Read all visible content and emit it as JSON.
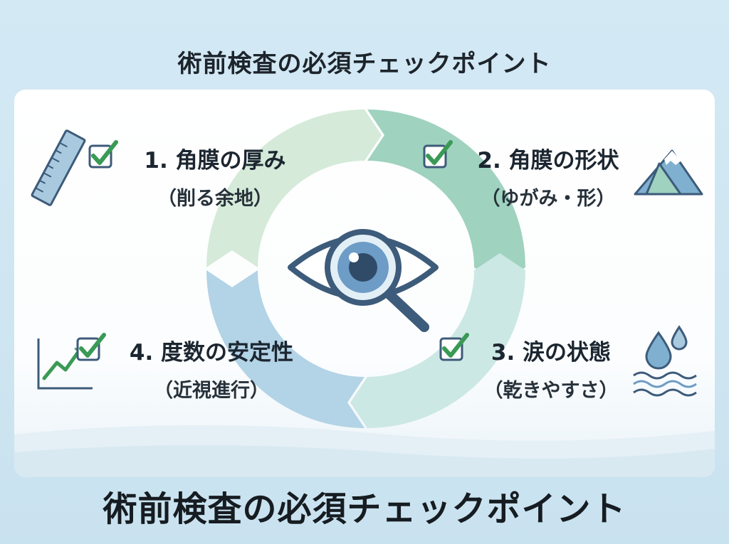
{
  "header": {
    "title": "術前検査の必須チェックポイント"
  },
  "checkpoints": [
    {
      "title": "1. 角膜の厚み",
      "subtitle": "（削る余地）",
      "icon": "ruler-icon"
    },
    {
      "title": "2. 角膜の形状",
      "subtitle": "（ゆがみ・形）",
      "icon": "mountain-icon"
    },
    {
      "title": "3. 涙の状態",
      "subtitle": "（乾きやすさ）",
      "icon": "water-drops-icon"
    },
    {
      "title": "4. 度数の安定性",
      "subtitle": "（近視進行）",
      "icon": "trend-chart-icon"
    }
  ],
  "center": {
    "icon": "eye-magnifier-icon"
  },
  "footer": {
    "title": "術前検査の必須チェックポイント"
  },
  "colors": {
    "background": "#d3e9f4",
    "ring_teal": "#9fd1c0",
    "ring_light_green": "#d3e9d7",
    "ring_blue": "#b2d2e5",
    "ring_pale": "#cbe8e6",
    "check_green": "#3a9a55",
    "eye_navy": "#3d5b7a"
  }
}
